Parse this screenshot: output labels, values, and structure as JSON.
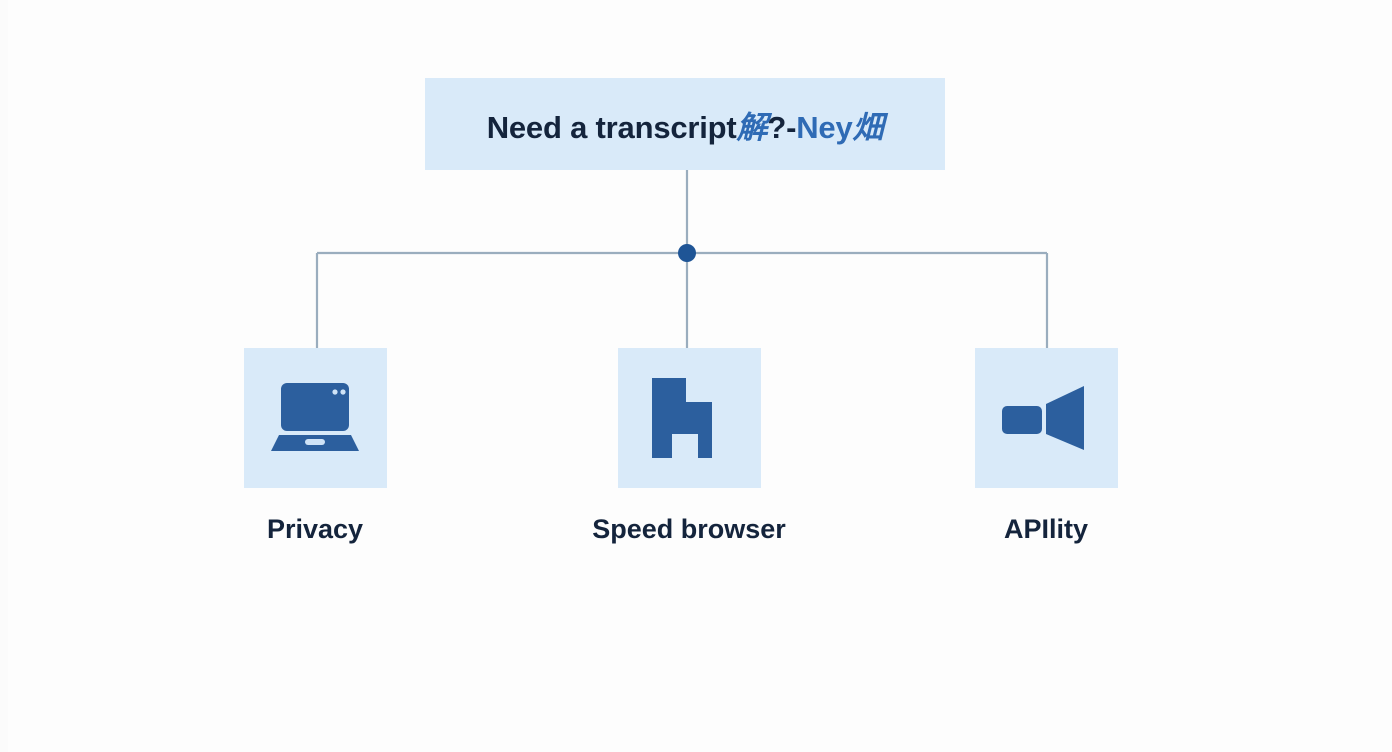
{
  "diagram": {
    "type": "tree",
    "background_color": "#fdfdfd",
    "node_fill": "#d9eaf9",
    "icon_color": "#2c5f9e",
    "accent_color": "#1f5596",
    "connector_color": "#9aadbe",
    "text_dark": "#14243c",
    "text_blue": "#2f6bb5",
    "root": {
      "title_parts": [
        {
          "text": "Need a transcript",
          "style": "dark"
        },
        {
          "text": "解",
          "style": "cjk"
        },
        {
          "text": "?-",
          "style": "dark"
        },
        {
          "text": "Ney",
          "style": "blue"
        },
        {
          "text": "畑",
          "style": "cjk"
        }
      ],
      "title_plain": "Need a transcript解?-Ney畑"
    },
    "junction": {
      "shape": "circle",
      "color": "#1f5596"
    },
    "leaves": [
      {
        "label": "Privacy",
        "icon": "laptop-icon"
      },
      {
        "label": "Speed browser",
        "icon": "building-block-icon"
      },
      {
        "label": "APIlity",
        "icon": "video-camera-icon"
      }
    ]
  }
}
